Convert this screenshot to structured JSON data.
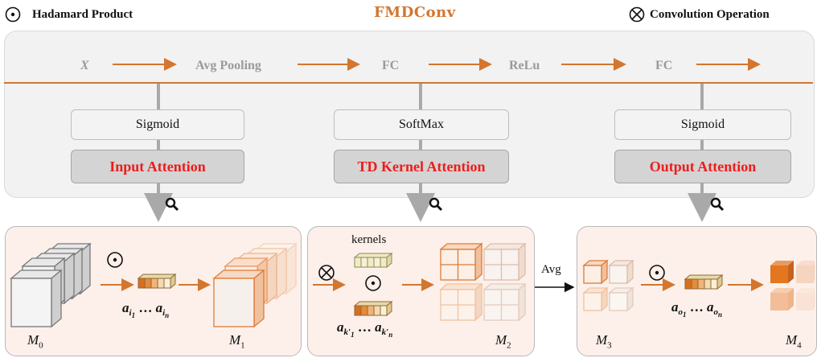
{
  "header": {
    "hadamard_label": "Hadamard Product",
    "title": "FMDConv",
    "convolution_label": "Convolution Operation"
  },
  "flow": {
    "x_label": "X",
    "avg_pooling": "Avg Pooling",
    "fc1": "FC",
    "relu": "ReLu",
    "fc2": "FC"
  },
  "attention": {
    "sigmoid_left": "Sigmoid",
    "softmax": "SoftMax",
    "sigmoid_right": "Sigmoid",
    "input_attention": "Input Attention",
    "td_kernel_attention": "TD Kernel Attention",
    "output_attention": "Output Attention"
  },
  "bottom": {
    "m0": "M",
    "m0_sub": "0",
    "m1": "M",
    "m1_sub": "1",
    "m2": "M",
    "m2_sub": "2",
    "m3": "M",
    "m3_sub": "3",
    "m4": "M",
    "m4_sub": "4",
    "kernels_label": "kernels",
    "avg_label": "Avg",
    "ai_first": "a",
    "ai_first_sub": "i",
    "ai_first_subsub": "1",
    "ellipsis": "…",
    "ai_last": "a",
    "ai_last_sub": "i",
    "ai_last_subsub": "n",
    "ak_first": "a",
    "ak_first_sub": "k′",
    "ak_first_subsub": "1",
    "ak_last": "a",
    "ak_last_sub": "k′",
    "ak_last_subsub": "n",
    "ao_first": "a",
    "ao_first_sub": "o",
    "ao_first_subsub": "1",
    "ao_last": "a",
    "ao_last_sub": "o",
    "ao_last_subsub": "n"
  },
  "colors": {
    "accent_orange": "#d3762f",
    "attention_red": "#ee1c1c",
    "panel_gray": "#f2f2f2",
    "bottom_panel": "#fdf0ea"
  }
}
